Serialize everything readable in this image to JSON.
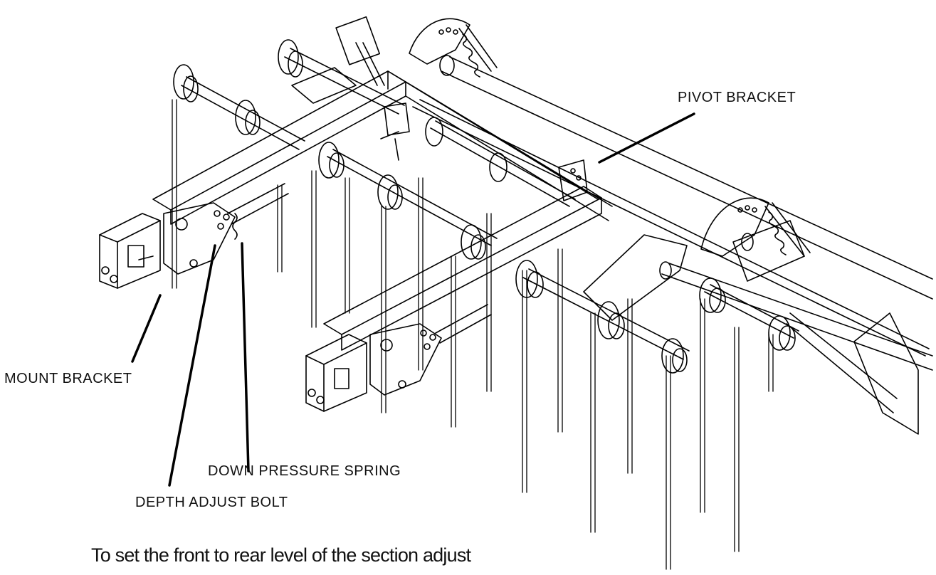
{
  "labels": {
    "pivot_bracket": "PIVOT BRACKET",
    "mount_bracket": "MOUNT BRACKET",
    "down_pressure_spring": "DOWN PRESSURE SPRING",
    "depth_adjust_bolt": "DEPTH ADJUST BOLT"
  },
  "body_text": "To set the front to rear level of the section adjust"
}
